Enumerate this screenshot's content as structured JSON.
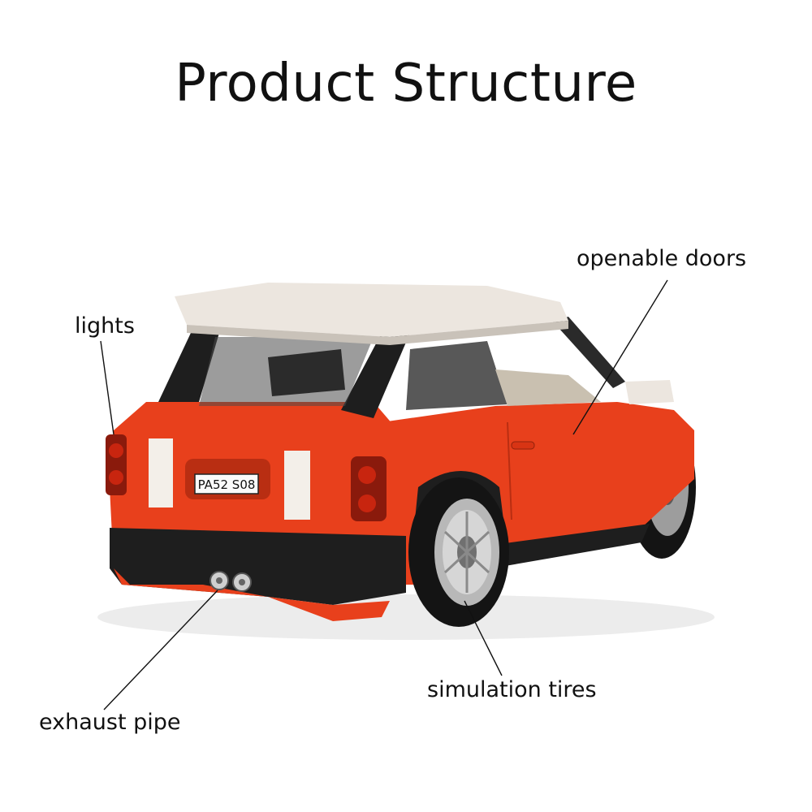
{
  "title": "Product Structure",
  "labels": {
    "lights": "lights",
    "openable_doors": "openable doors",
    "simulation_tires": "simulation tires",
    "exhaust_pipe": "exhaust pipe"
  },
  "car": {
    "plate": "PA52 S08",
    "colors": {
      "body": "#e8401c",
      "body_shadow": "#b92e12",
      "roof": "#ece6df",
      "trim": "#1e1e1e",
      "stripe": "#f3efe9",
      "tire": "#141414",
      "rim": "#b8b8b8"
    }
  }
}
